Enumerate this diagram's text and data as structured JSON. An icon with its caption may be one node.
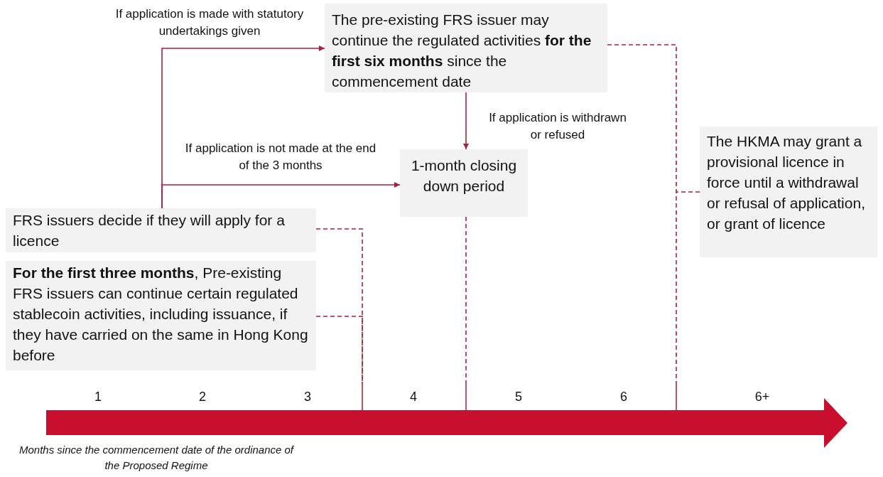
{
  "diagram": {
    "nodes": [
      {
        "text": [
          "The pre-existing FRS issuer may continue the regulated activities **for the first six months** since the commencement date"
        ]
      },
      {
        "text": [
          "1-month closing down period"
        ]
      },
      {
        "text": [
          "The HKMA may grant a provisional licence in force until a withdrawal or refusal of application, or grant of licence"
        ]
      },
      {
        "text": [
          "FRS issuers decide if they will apply for a licence"
        ]
      },
      {
        "text": [
          "**For the first three months**, Pre-existing FRS issuers can continue certain regulated stablecoin activities, including issuance, if they have carried on the same in Hong Kong before"
        ]
      }
    ],
    "edges": [
      {
        "from": 3,
        "to": 0,
        "arrow": "to",
        "label": "If application is made with statutory undertakings given"
      },
      {
        "from": 3,
        "to": 1,
        "arrow": "to",
        "label": "If application is not made at the end of the 3 months"
      },
      {
        "from": 0,
        "to": 1,
        "arrow": "to",
        "label": "If application is withdrawn or refused"
      },
      {
        "from": 3,
        "to": null,
        "arrow": "none",
        "style": "dashed"
      },
      {
        "from": 4,
        "to": null,
        "arrow": "none",
        "style": "dashed"
      },
      {
        "from": 1,
        "to": null,
        "arrow": "none",
        "style": "dashed"
      },
      {
        "from": 0,
        "to": null,
        "arrow": "none",
        "style": "dashed"
      },
      {
        "from": 2,
        "to": null,
        "arrow": "none",
        "style": "dashed"
      }
    ],
    "labels": [
      "1",
      "2",
      "3",
      "4",
      "5",
      "6",
      "6+",
      "Months since the commencement date of the ordinance of the Proposed Regime"
    ]
  }
}
